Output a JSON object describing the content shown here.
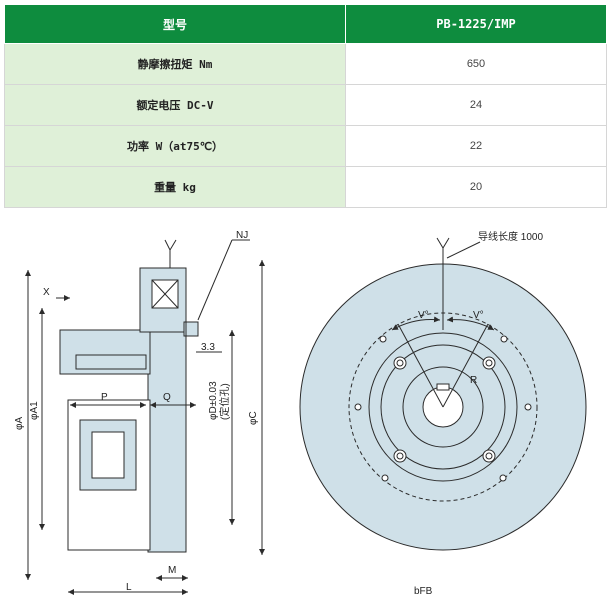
{
  "table": {
    "header": {
      "label": "型号",
      "model": "PB-1225/IMP"
    },
    "rows": [
      {
        "label": "静摩擦扭矩 Nm",
        "value": "650"
      },
      {
        "label": "额定电压 DC-V",
        "value": "24"
      },
      {
        "label": "功率 W（at75℃）",
        "value": "22"
      },
      {
        "label": "重量 kg",
        "value": "20"
      }
    ]
  },
  "drawing": {
    "side": {
      "nj": "NJ",
      "x": "X",
      "dim_33": "3.3",
      "p": "P",
      "q": "Q",
      "phi_a": "φA",
      "phi_a1": "φA1",
      "phi_d": "φD±0.03",
      "phi_d_note": "(定位孔)",
      "phi_c": "φC",
      "m": "M",
      "l": "L"
    },
    "front": {
      "lead_label": "导线长度 1000",
      "v1": "V°",
      "v2": "V°",
      "r": "R",
      "bfb": "bFB"
    }
  },
  "colors": {
    "header": "#0e8c3e",
    "label_bg": "#dff0d8",
    "part_fill": "#cfe0e8",
    "line": "#2b2b2b"
  }
}
